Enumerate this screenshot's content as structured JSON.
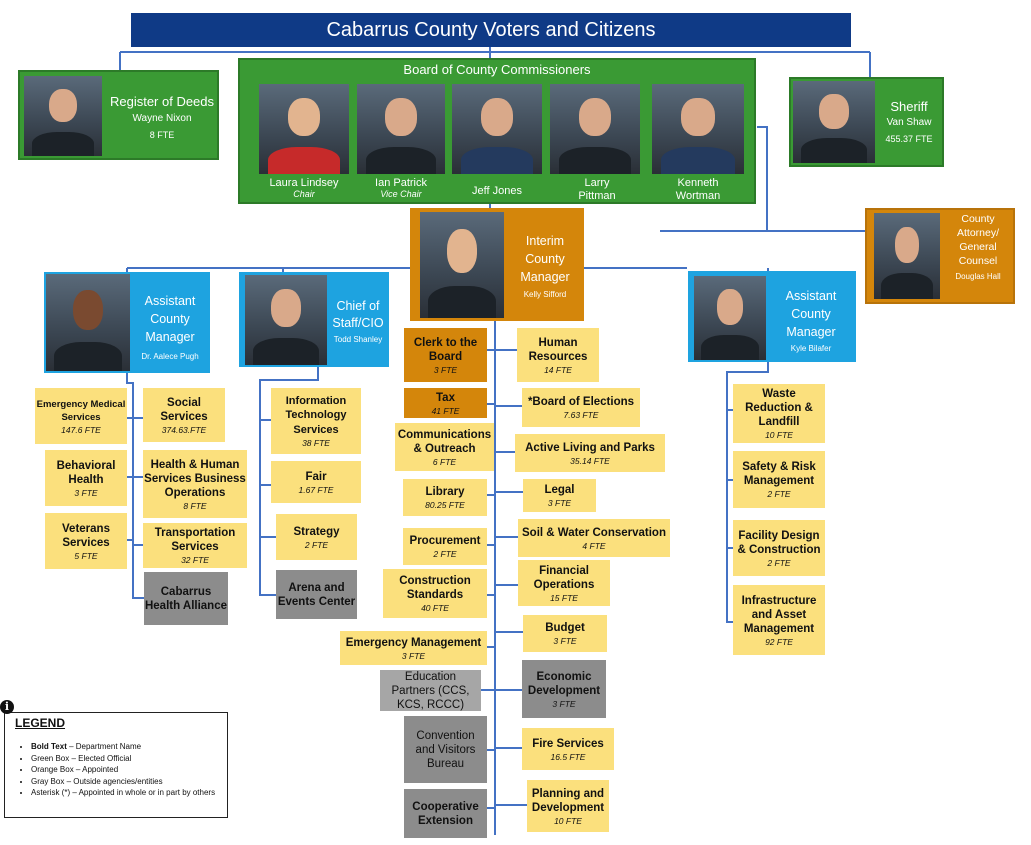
{
  "title": "Cabarrus County Voters and Citizens",
  "register": {
    "title": "Register of Deeds",
    "name": "Wayne Nixon",
    "fte": "8 FTE"
  },
  "board": {
    "title": "Board of County Commissioners",
    "members": [
      {
        "name": "Laura Lindsey",
        "role": "Chair"
      },
      {
        "name": "Ian Patrick",
        "role": "Vice Chair"
      },
      {
        "name": "Jeff Jones",
        "role": ""
      },
      {
        "name": "Larry Pittman",
        "role": ""
      },
      {
        "name": "Kenneth Wortman",
        "role": ""
      }
    ]
  },
  "sheriff": {
    "title": "Sheriff",
    "name": "Van Shaw",
    "fte": "455.37 FTE"
  },
  "attorney": {
    "title": "County Attorney/ General Counsel",
    "name": "Douglas Hall"
  },
  "manager": {
    "title": "Interim County Manager",
    "name": "Kelly Sifford"
  },
  "acm_left": {
    "title": "Assistant County Manager",
    "name": "Dr. Aalece Pugh"
  },
  "chief": {
    "title": "Chief of Staff/CIO",
    "name": "Todd Shanley"
  },
  "acm_right": {
    "title": "Assistant County Manager",
    "name": "Kyle Bilafer"
  },
  "depts": {
    "ems": {
      "name": "Emergency Medical Services",
      "fte": "147.6 FTE"
    },
    "social": {
      "name": "Social Services",
      "fte": "374.63.FTE"
    },
    "behavioral": {
      "name": "Behavioral Health",
      "fte": "3 FTE"
    },
    "hhsbo": {
      "name": "Health & Human Services Business Operations",
      "fte": "8 FTE"
    },
    "veterans": {
      "name": "Veterans Services",
      "fte": "5 FTE"
    },
    "transport": {
      "name": "Transportation Services",
      "fte": "32 FTE"
    },
    "cha": {
      "name": "Cabarrus Health Alliance"
    },
    "its": {
      "name": "Information Technology Services",
      "fte": "38 FTE"
    },
    "fair": {
      "name": "Fair",
      "fte": "1.67 FTE"
    },
    "strategy": {
      "name": "Strategy",
      "fte": "2 FTE"
    },
    "arena": {
      "name": "Arena and Events Center"
    },
    "clerk": {
      "name": "Clerk to the Board",
      "fte": "3 FTE"
    },
    "hr": {
      "name": "Human Resources",
      "fte": "14 FTE"
    },
    "tax": {
      "name": "Tax",
      "fte": "41 FTE"
    },
    "elections": {
      "name": "*Board of Elections",
      "fte": "7.63 FTE"
    },
    "comms": {
      "name": "Communications & Outreach",
      "fte": "6 FTE"
    },
    "parks": {
      "name": "Active Living and Parks",
      "fte": "35.14 FTE"
    },
    "library": {
      "name": "Library",
      "fte": "80.25 FTE"
    },
    "legal": {
      "name": "Legal",
      "fte": "3 FTE"
    },
    "procurement": {
      "name": "Procurement",
      "fte": "2 FTE"
    },
    "soil": {
      "name": "Soil & Water Conservation",
      "fte": "4 FTE"
    },
    "construction": {
      "name": "Construction Standards",
      "fte": "40 FTE"
    },
    "finops": {
      "name": "Financial Operations",
      "fte": "15 FTE"
    },
    "emergency": {
      "name": "Emergency Management",
      "fte": "3 FTE"
    },
    "budget": {
      "name": "Budget",
      "fte": "3 FTE"
    },
    "edu": {
      "name": "Education Partners (CCS, KCS, RCCC)"
    },
    "econ": {
      "name": "Economic Development",
      "fte": "3 FTE"
    },
    "cvb": {
      "name": "Convention and Visitors Bureau"
    },
    "fire": {
      "name": "Fire Services",
      "fte": "16.5 FTE"
    },
    "coop": {
      "name": "Cooperative Extension"
    },
    "planning": {
      "name": "Planning and Development",
      "fte": "10 FTE"
    },
    "waste": {
      "name": "Waste Reduction & Landfill",
      "fte": "10 FTE"
    },
    "safety": {
      "name": "Safety & Risk Management",
      "fte": "2 FTE"
    },
    "facility": {
      "name": "Facility Design & Construction",
      "fte": "2 FTE"
    },
    "infra": {
      "name": "Infrastructure and Asset Management",
      "fte": "92 FTE"
    }
  },
  "legend": {
    "title": "LEGEND",
    "items": [
      {
        "b": "Bold Text",
        "t": " – Department Name"
      },
      {
        "b": "",
        "t": "Green Box – Elected Official"
      },
      {
        "b": "",
        "t": "Orange Box – Appointed"
      },
      {
        "b": "",
        "t": "Gray Box – Outside agencies/entities"
      },
      {
        "b": "",
        "t": "Asterisk (*) – Appointed in whole or in part by others"
      }
    ]
  },
  "colors": {
    "navy": "#0f3a86",
    "green": "#3a9a34",
    "blue": "#1ea3e0",
    "orange": "#d4860b",
    "yellow": "#fbe07d",
    "gray": "#8c8c8c",
    "line": "#4472c4"
  }
}
